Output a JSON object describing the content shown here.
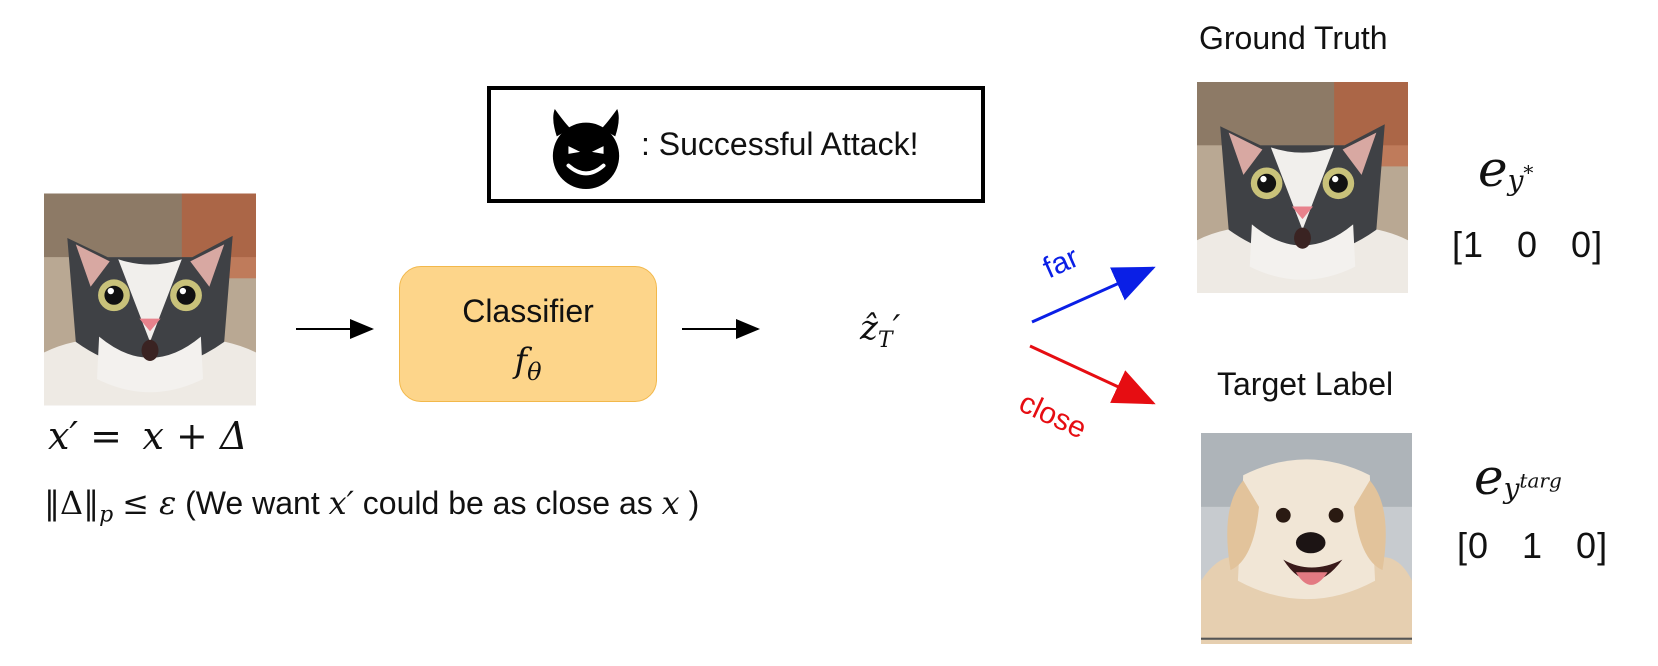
{
  "legend": {
    "text": ": Successful Attack!",
    "icon": "devil-face-icon"
  },
  "classifier": {
    "label": "Classifier",
    "func_base": "f",
    "func_sub": "θ"
  },
  "input": {
    "eq_lhs": "x′ =",
    "eq_rhs": "x + Δ",
    "norm": "‖Δ‖",
    "norm_sub": "p",
    "norm_rel": "≤ ε",
    "note_a": "(We want",
    "note_b": "x′",
    "note_c": "could be as close as",
    "note_d": "x",
    "note_e": ")"
  },
  "output": {
    "base": "ẑ",
    "sub": "T",
    "prime": "′"
  },
  "arrows": {
    "far": "far",
    "close": "close",
    "far_color": "#0a1fe6",
    "close_color": "#e60d12"
  },
  "ground_truth": {
    "title": "Ground Truth",
    "e": "e",
    "sub": "y",
    "sup": "*",
    "vector": "[1   0   0]"
  },
  "target": {
    "title": "Target Label",
    "e": "e",
    "sub": "y",
    "sup": "targ",
    "vector": "[0   1   0]"
  }
}
